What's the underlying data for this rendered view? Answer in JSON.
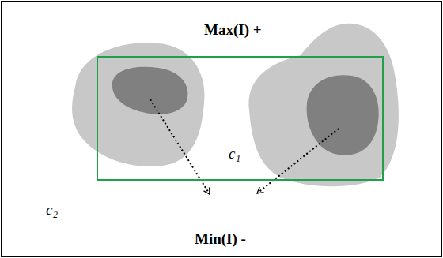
{
  "diagram": {
    "nodes": [
      {
        "text": [
          "c₁"
        ]
      }
    ],
    "labels": [
      "Max(I) +",
      "Min(I) -",
      "c₂"
    ]
  }
}
